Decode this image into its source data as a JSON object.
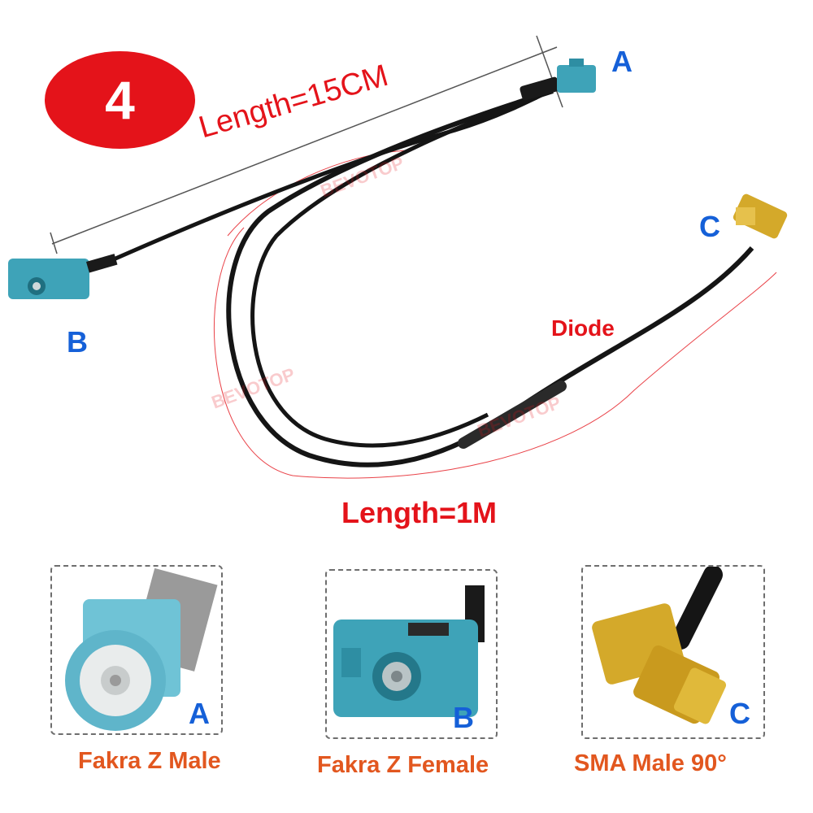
{
  "badge": {
    "number": "4",
    "color": "#e4131a"
  },
  "measurements": {
    "short_cable": "Length=15CM",
    "long_cable": "Length=1M",
    "diode": "Diode"
  },
  "connector_letters": {
    "a": "A",
    "b": "B",
    "c": "C"
  },
  "panels": [
    {
      "letter": "A",
      "caption": "Fakra Z Male"
    },
    {
      "letter": "B",
      "caption": "Fakra Z Female"
    },
    {
      "letter": "C",
      "caption": "SMA Male 90°"
    }
  ],
  "watermark": "BEVOTOP",
  "colors": {
    "label_red": "#e4131a",
    "letter_blue": "#1560d8",
    "caption_orange": "#e2571f",
    "fakra_blue": "#3ea3b8",
    "sma_gold": "#d4a92a",
    "cable_black": "#151515"
  }
}
